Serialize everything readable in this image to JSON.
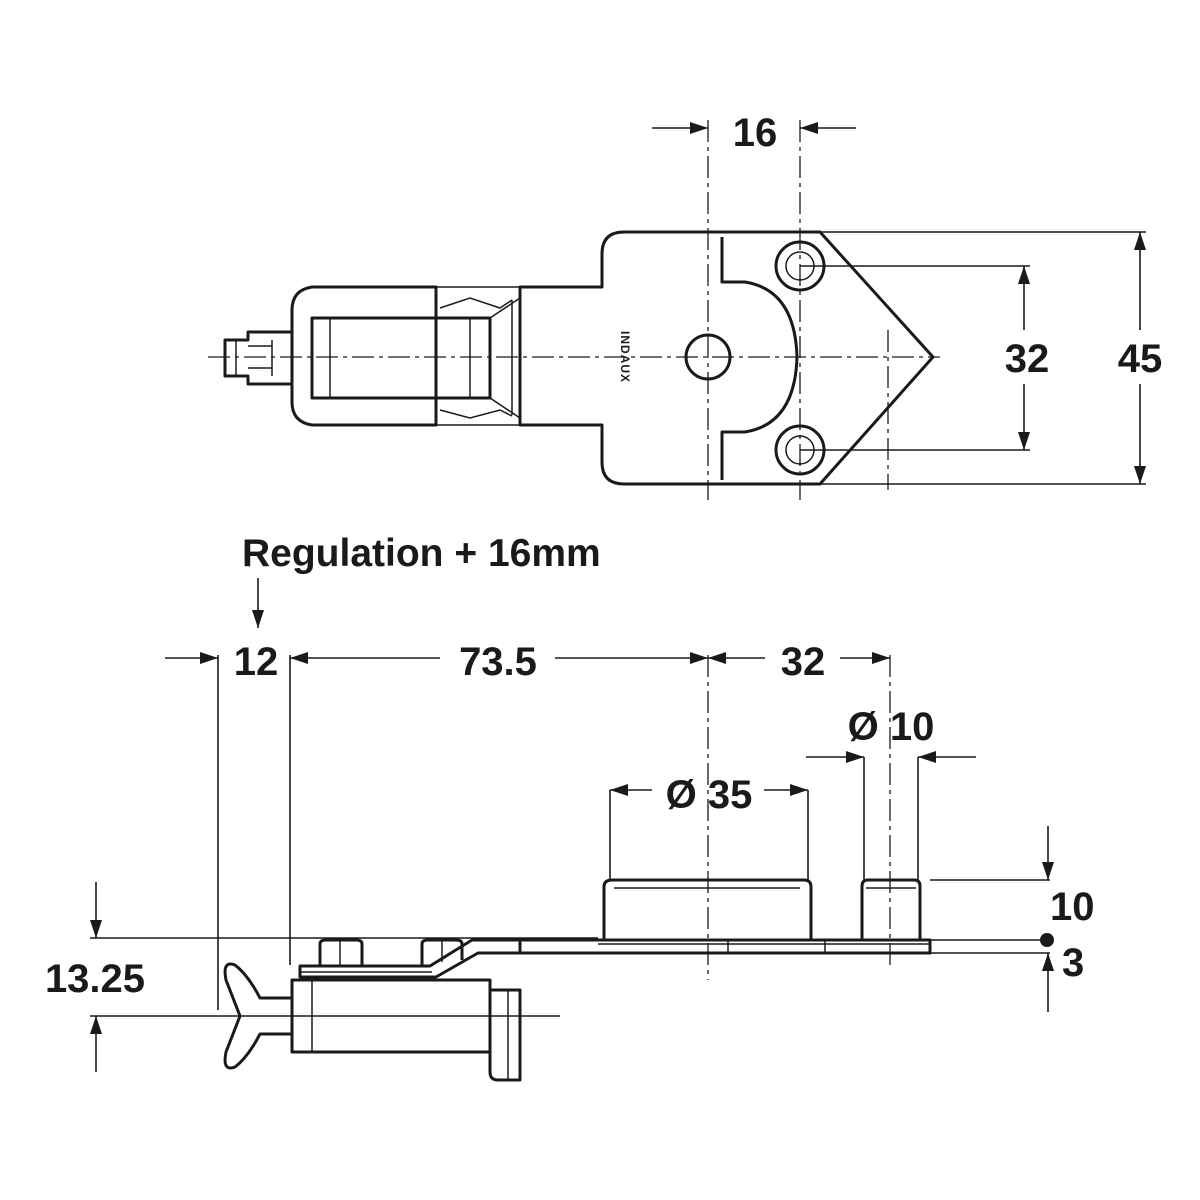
{
  "top_view": {
    "brand": "INDAUX",
    "dim_16": "16",
    "dim_32": "32",
    "dim_45": "45"
  },
  "side_view": {
    "regulation_note": "Regulation + 16mm",
    "dim_12": "12",
    "dim_73_5": "73.5",
    "dim_32": "32",
    "dim_dia_10": "Ø 10",
    "dim_dia_35": "Ø 35",
    "dim_10": "10",
    "dim_3": "3",
    "dim_13_25": "13.25"
  }
}
